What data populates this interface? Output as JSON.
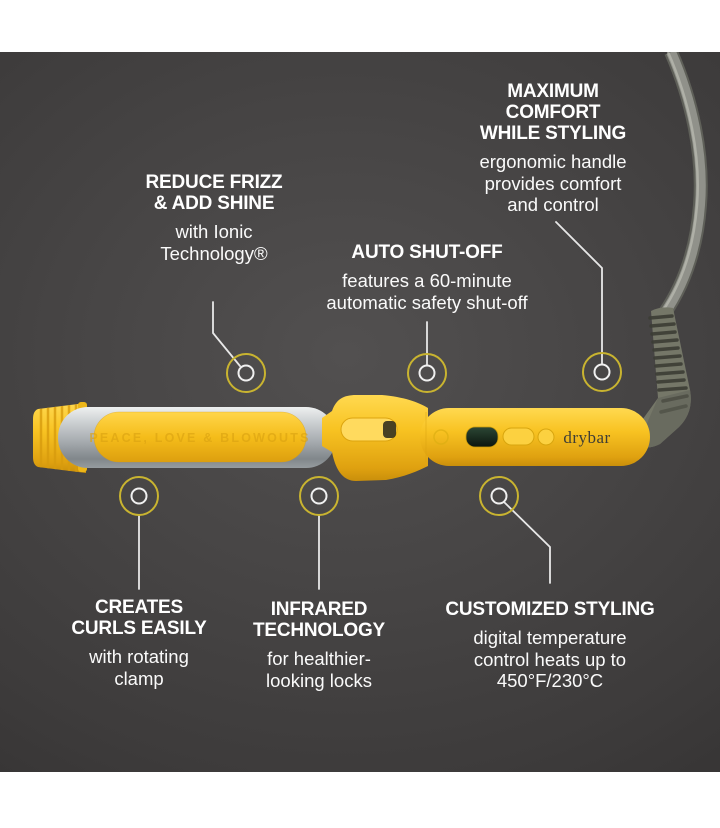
{
  "colors": {
    "page_margin": "#ffffff",
    "photo_background": "#454343",
    "accent_yellow": "#f7c31f",
    "marker_ring_yellow": "#c9b430",
    "callout_line": "#e8e8e8",
    "barrel_silver": "#b9bdc0",
    "cord_gray": "#8f9089",
    "display_green": "#1d3526",
    "logo_text": "#3f3e35",
    "text": "#ffffff"
  },
  "features": [
    {
      "id": "maximum-comfort",
      "title_lines": [
        "MAXIMUM",
        "COMFORT",
        "WHILE STYLING"
      ],
      "subtitle_lines": [
        "ergonomic handle",
        "provides comfort",
        "and control"
      ]
    },
    {
      "id": "reduce-frizz",
      "title_lines": [
        "REDUCE FRIZZ",
        "& ADD SHINE"
      ],
      "subtitle_lines": [
        "with Ionic",
        "Technology®"
      ]
    },
    {
      "id": "auto-shut-off",
      "title_lines": [
        "AUTO SHUT-OFF"
      ],
      "subtitle_lines": [
        "features a 60-minute",
        "automatic safety shut-off"
      ]
    },
    {
      "id": "creates-curls",
      "title_lines": [
        "CREATES",
        "CURLS EASILY"
      ],
      "subtitle_lines": [
        "with rotating",
        "clamp"
      ]
    },
    {
      "id": "infrared-technology",
      "title_lines": [
        "INFRARED",
        "TECHNOLOGY"
      ],
      "subtitle_lines": [
        "for healthier-",
        "looking locks"
      ]
    },
    {
      "id": "customized-styling",
      "title_lines": [
        "CUSTOMIZED STYLING"
      ],
      "subtitle_lines": [
        "digital temperature",
        "control heats up to",
        "450°F/230°C"
      ]
    }
  ],
  "device": {
    "brand_label": "drybar",
    "engraving": "PEACE, LOVE & BLOWOUTS"
  }
}
